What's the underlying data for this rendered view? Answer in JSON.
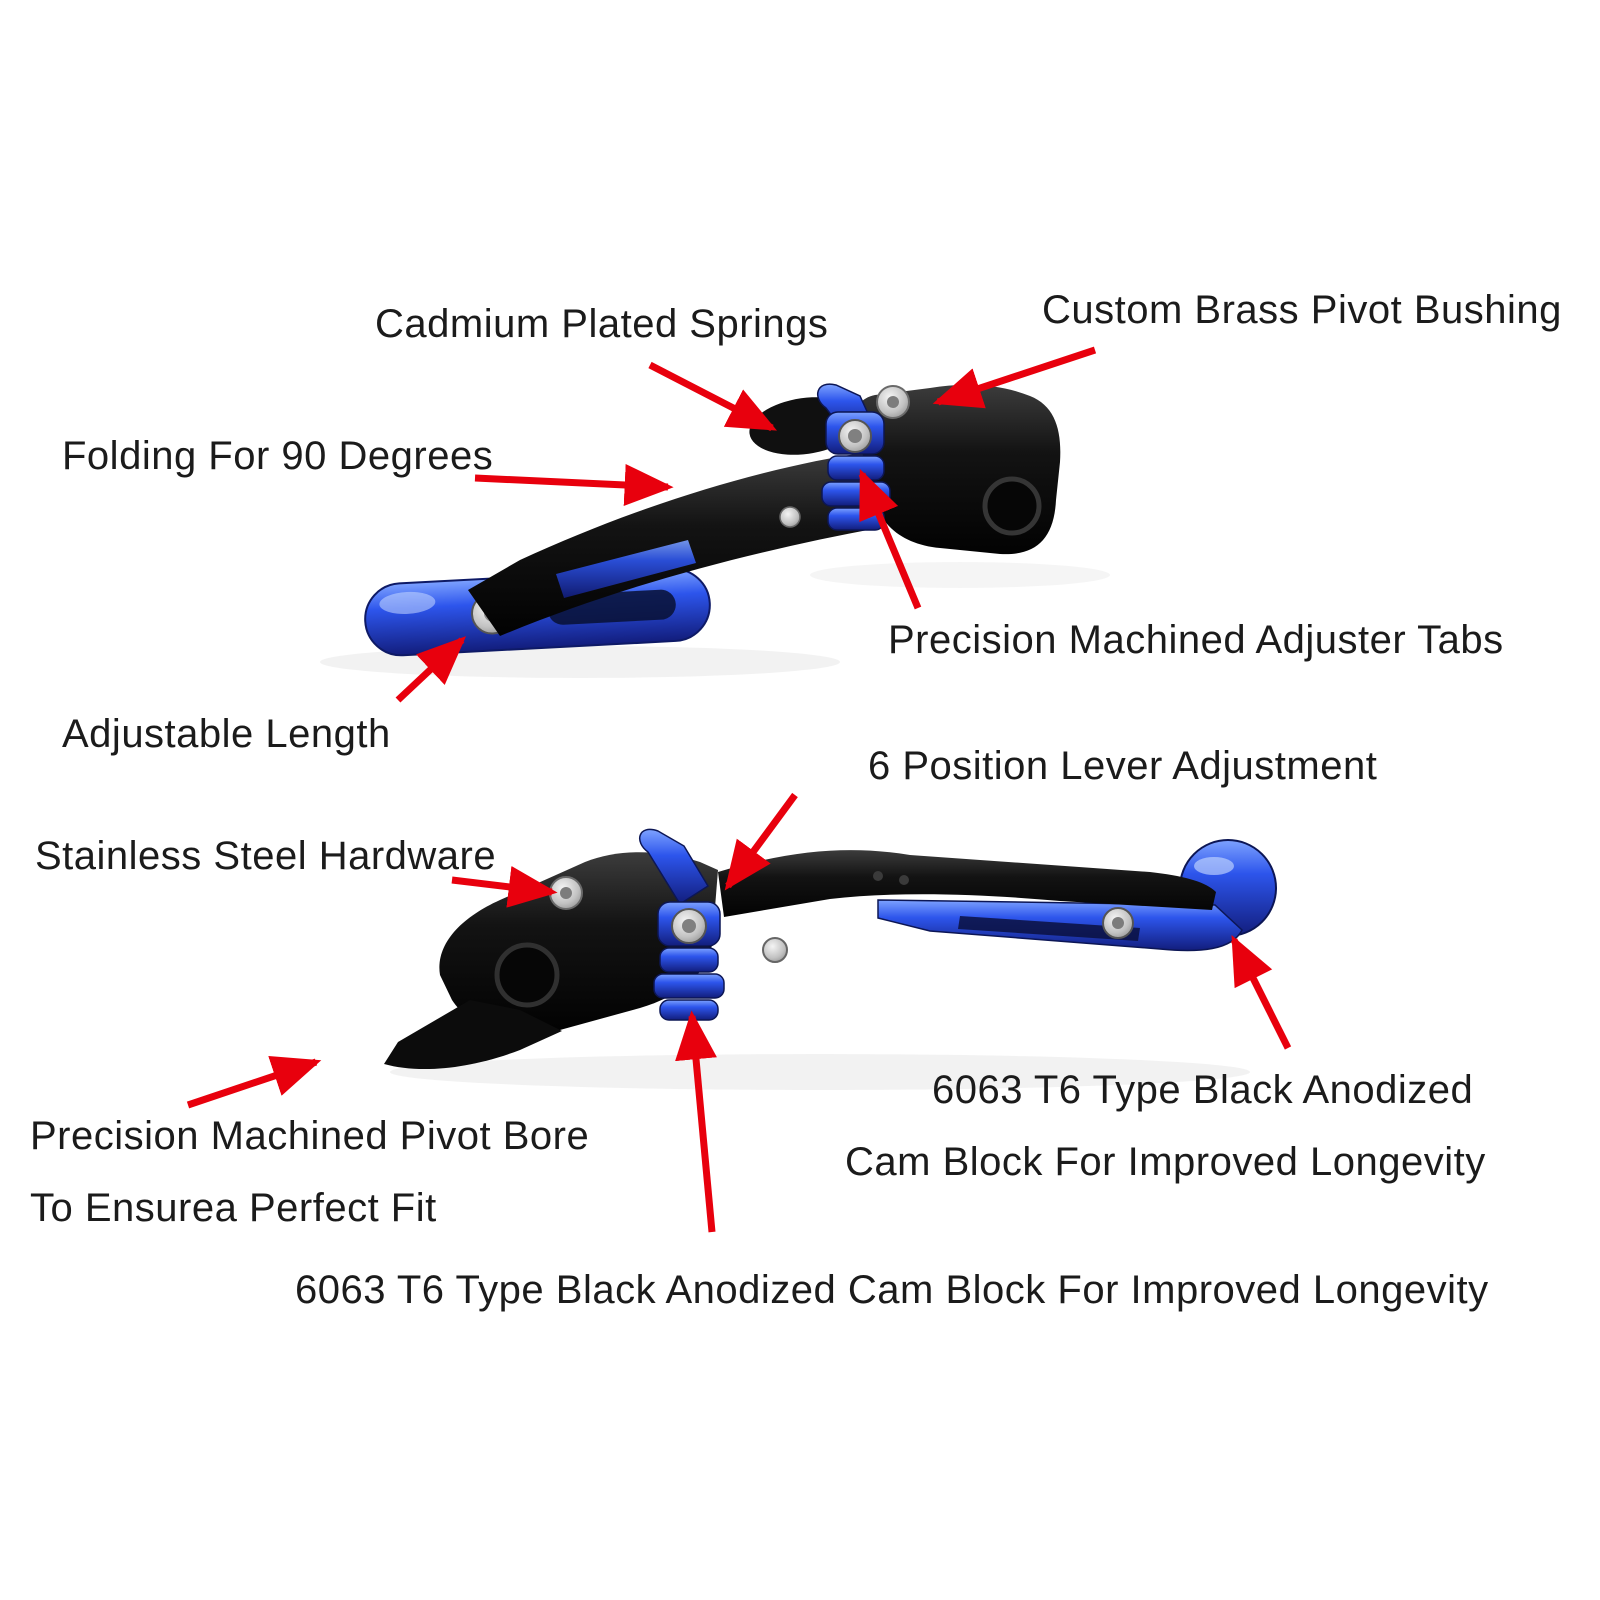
{
  "colors": {
    "arrow_red": "#e8000d",
    "lever_blue": "#2547e0",
    "lever_black": "#0d0d0d",
    "hardware_silver": "#c9c9c9",
    "background": "#ffffff",
    "text": "#1b1b1b"
  },
  "annotations": {
    "cadmium": "Cadmium Plated Springs",
    "brass": "Custom Brass Pivot Bushing",
    "folding": "Folding For 90 Degrees",
    "adjuster_tabs": "Precision Machined Adjuster Tabs",
    "adjustable_length": "Adjustable Length",
    "six_position": "6 Position Lever Adjustment",
    "stainless": "Stainless Steel Hardware",
    "pivot_bore_line1": "Precision Machined Pivot Bore",
    "pivot_bore_line2": "To Ensurea Perfect Fit",
    "cam_block_right_line1": "6063 T6 Type Black Anodized",
    "cam_block_right_line2": "Cam Block For Improved Longevity",
    "cam_block_bottom": "6063 T6 Type Black Anodized Cam Block For Improved Longevity"
  }
}
